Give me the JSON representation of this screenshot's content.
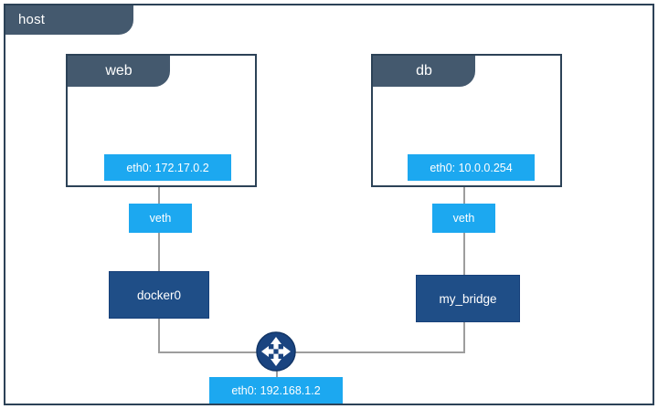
{
  "diagram": {
    "title": "host",
    "type": "network-topology"
  },
  "host": {
    "label": "host"
  },
  "containers": [
    {
      "name": "web",
      "interface_label": "eth0: 172.17.0.2",
      "ip": "172.17.0.2",
      "interface": "eth0"
    },
    {
      "name": "db",
      "interface_label": "eth0: 10.0.0.254",
      "ip": "10.0.0.254",
      "interface": "eth0"
    }
  ],
  "veth": {
    "left_label": "veth",
    "right_label": "veth"
  },
  "bridges": [
    {
      "name": "docker0"
    },
    {
      "name": "my_bridge"
    }
  ],
  "host_interface": {
    "label": "eth0: 192.168.1.2",
    "interface": "eth0",
    "ip": "192.168.1.2"
  },
  "router": {
    "icon": "router-icon"
  },
  "colors": {
    "frame_border": "#2c4257",
    "header_slate": "#44596e",
    "node_light_blue": "#1ca8f0",
    "node_dark_blue": "#1f4e87",
    "edge_gray": "#9d9d9d",
    "background": "#ffffff"
  }
}
